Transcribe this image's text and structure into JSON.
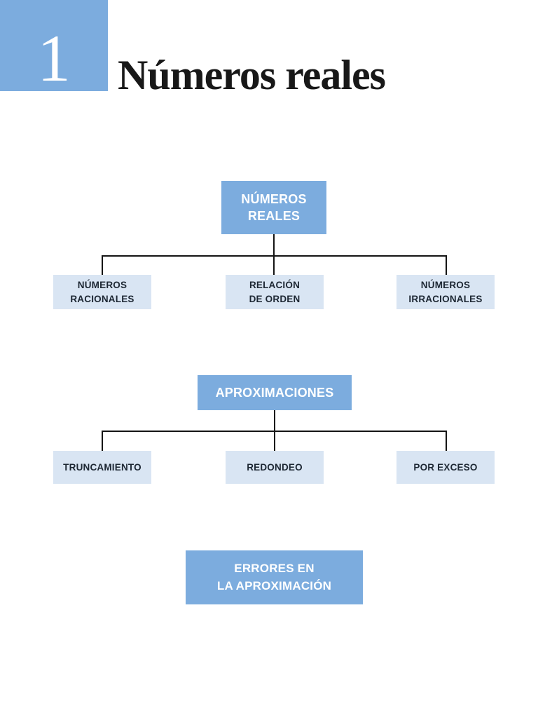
{
  "header": {
    "chapter_number": "1",
    "title": "Números reales"
  },
  "diagram": {
    "tree_reales": {
      "root": "NÚMEROS\nREALES",
      "children": [
        "NÚMEROS\nRACIONALES",
        "RELACIÓN\nDE ORDEN",
        "NÚMEROS\nIRRACIONALES"
      ]
    },
    "tree_aproximaciones": {
      "root": "APROXIMACIONES",
      "children": [
        "TRUNCAMIENTO",
        "REDONDEO",
        "POR EXCESO"
      ]
    },
    "tree_errores": {
      "root": "ERRORES EN\nLA APROXIMACIÓN"
    }
  },
  "colors": {
    "primary_blue": "#7CACDE",
    "light_blue": "#D9E5F3",
    "connector_line": "#141414",
    "dark_text": "#1D2733",
    "title_text": "#181818"
  }
}
